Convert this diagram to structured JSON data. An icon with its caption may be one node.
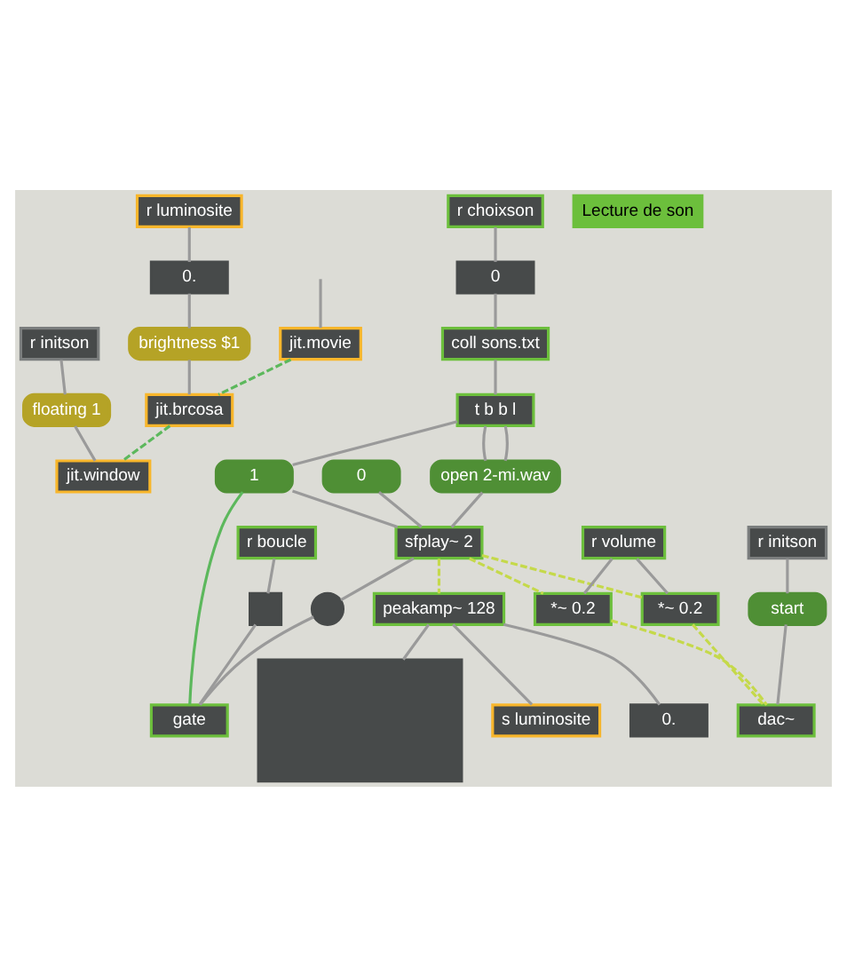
{
  "diagram": {
    "nodes": [
      {
        "text": [
          "jit.movie"
        ]
      },
      {
        "text": [
          "jit.brcosa"
        ]
      },
      {
        "text": [
          "jit.window"
        ]
      },
      {
        "text": [
          "r luminosite"
        ]
      },
      {
        "text": [
          "0."
        ]
      },
      {
        "text": [
          "brightness $1"
        ]
      },
      {
        "text": [
          "r initson"
        ]
      },
      {
        "text": [
          "floating 1"
        ]
      },
      {
        "text": [
          "r choixson"
        ]
      },
      {
        "text": [
          "Lecture de son"
        ]
      },
      {
        "text": [
          "0"
        ]
      },
      {
        "text": [
          "coll sons.txt"
        ]
      },
      {
        "text": [
          "t b b l"
        ]
      },
      {
        "text": [
          "0"
        ]
      },
      {
        "text": [
          "1"
        ]
      },
      {
        "text": [
          "open 2-mi.wav"
        ]
      },
      {
        "text": [
          "sfplay~ 2"
        ]
      },
      {
        "text": [
          "r boucle"
        ]
      },
      {
        "text": [],
        "shape": "box"
      },
      {
        "text": [],
        "shape": "circle"
      },
      {
        "text": [
          "peakamp~ 128"
        ]
      },
      {
        "text": [
          "r volume"
        ]
      },
      {
        "text": [
          "gate"
        ]
      },
      {
        "text": [
          "r initson"
        ]
      },
      {
        "text": [
          "*~ 0.2"
        ]
      },
      {
        "text": [
          "*~ 0.2"
        ]
      },
      {
        "text": [
          "start"
        ]
      },
      {
        "text": [
          "dac~"
        ]
      },
      {
        "text": [
          "0."
        ]
      },
      {
        "text": [],
        "shape": "box"
      },
      {
        "text": [
          "s luminosite"
        ]
      }
    ],
    "edges": [
      {
        "from": null,
        "to": 0,
        "arrow": "none"
      },
      {
        "from": 0,
        "to": 1,
        "arrow": "none",
        "style": "dashed",
        "color": "#5cb85c"
      },
      {
        "from": 1,
        "to": 2,
        "arrow": "none",
        "style": "dashed",
        "color": "#5cb85c"
      },
      {
        "from": 3,
        "to": 4,
        "arrow": "none"
      },
      {
        "from": 4,
        "to": 5,
        "arrow": "none"
      },
      {
        "from": 5,
        "to": 1,
        "arrow": "none"
      },
      {
        "from": 6,
        "to": 7,
        "arrow": "none"
      },
      {
        "from": 7,
        "to": 2,
        "arrow": "none"
      },
      {
        "from": 8,
        "to": 10,
        "arrow": "none"
      },
      {
        "from": 10,
        "to": 11,
        "arrow": "none"
      },
      {
        "from": 11,
        "to": 12,
        "arrow": "none"
      },
      {
        "from": 12,
        "to": 14,
        "arrow": "none"
      },
      {
        "from": 12,
        "to": 15,
        "arrow": "none"
      },
      {
        "from": 12,
        "to": 15,
        "arrow": "none"
      },
      {
        "from": 13,
        "to": 16,
        "arrow": "none"
      },
      {
        "from": 14,
        "to": 16,
        "arrow": "none"
      },
      {
        "from": 15,
        "to": 16,
        "arrow": "none"
      },
      {
        "from": 22,
        "to": 14,
        "arrow": "none",
        "color": "#5cb85c"
      },
      {
        "from": 16,
        "to": 24,
        "arrow": "none",
        "style": "dashed",
        "color": "#c5d94a"
      },
      {
        "from": 16,
        "to": 20,
        "arrow": "none",
        "style": "dashed",
        "color": "#c5d94a"
      },
      {
        "from": 16,
        "to": 25,
        "arrow": "none",
        "style": "dashed",
        "color": "#c5d94a"
      },
      {
        "from": 16,
        "to": 19,
        "arrow": "none"
      },
      {
        "from": 17,
        "to": 18,
        "arrow": "none"
      },
      {
        "from": 18,
        "to": 22,
        "arrow": "none"
      },
      {
        "from": 19,
        "to": 22,
        "arrow": "none"
      },
      {
        "from": 21,
        "to": 24,
        "arrow": "none"
      },
      {
        "from": 21,
        "to": 25,
        "arrow": "none"
      },
      {
        "from": 24,
        "to": 27,
        "arrow": "none",
        "style": "dashed",
        "color": "#c5d94a"
      },
      {
        "from": 25,
        "to": 27,
        "arrow": "none",
        "style": "dashed",
        "color": "#c5d94a"
      },
      {
        "from": 23,
        "to": 26,
        "arrow": "none"
      },
      {
        "from": 26,
        "to": 27,
        "arrow": "none"
      },
      {
        "from": 20,
        "to": 28,
        "arrow": "none"
      },
      {
        "from": 20,
        "to": 30,
        "arrow": "none"
      },
      {
        "from": 20,
        "to": 29,
        "arrow": "none"
      }
    ]
  }
}
